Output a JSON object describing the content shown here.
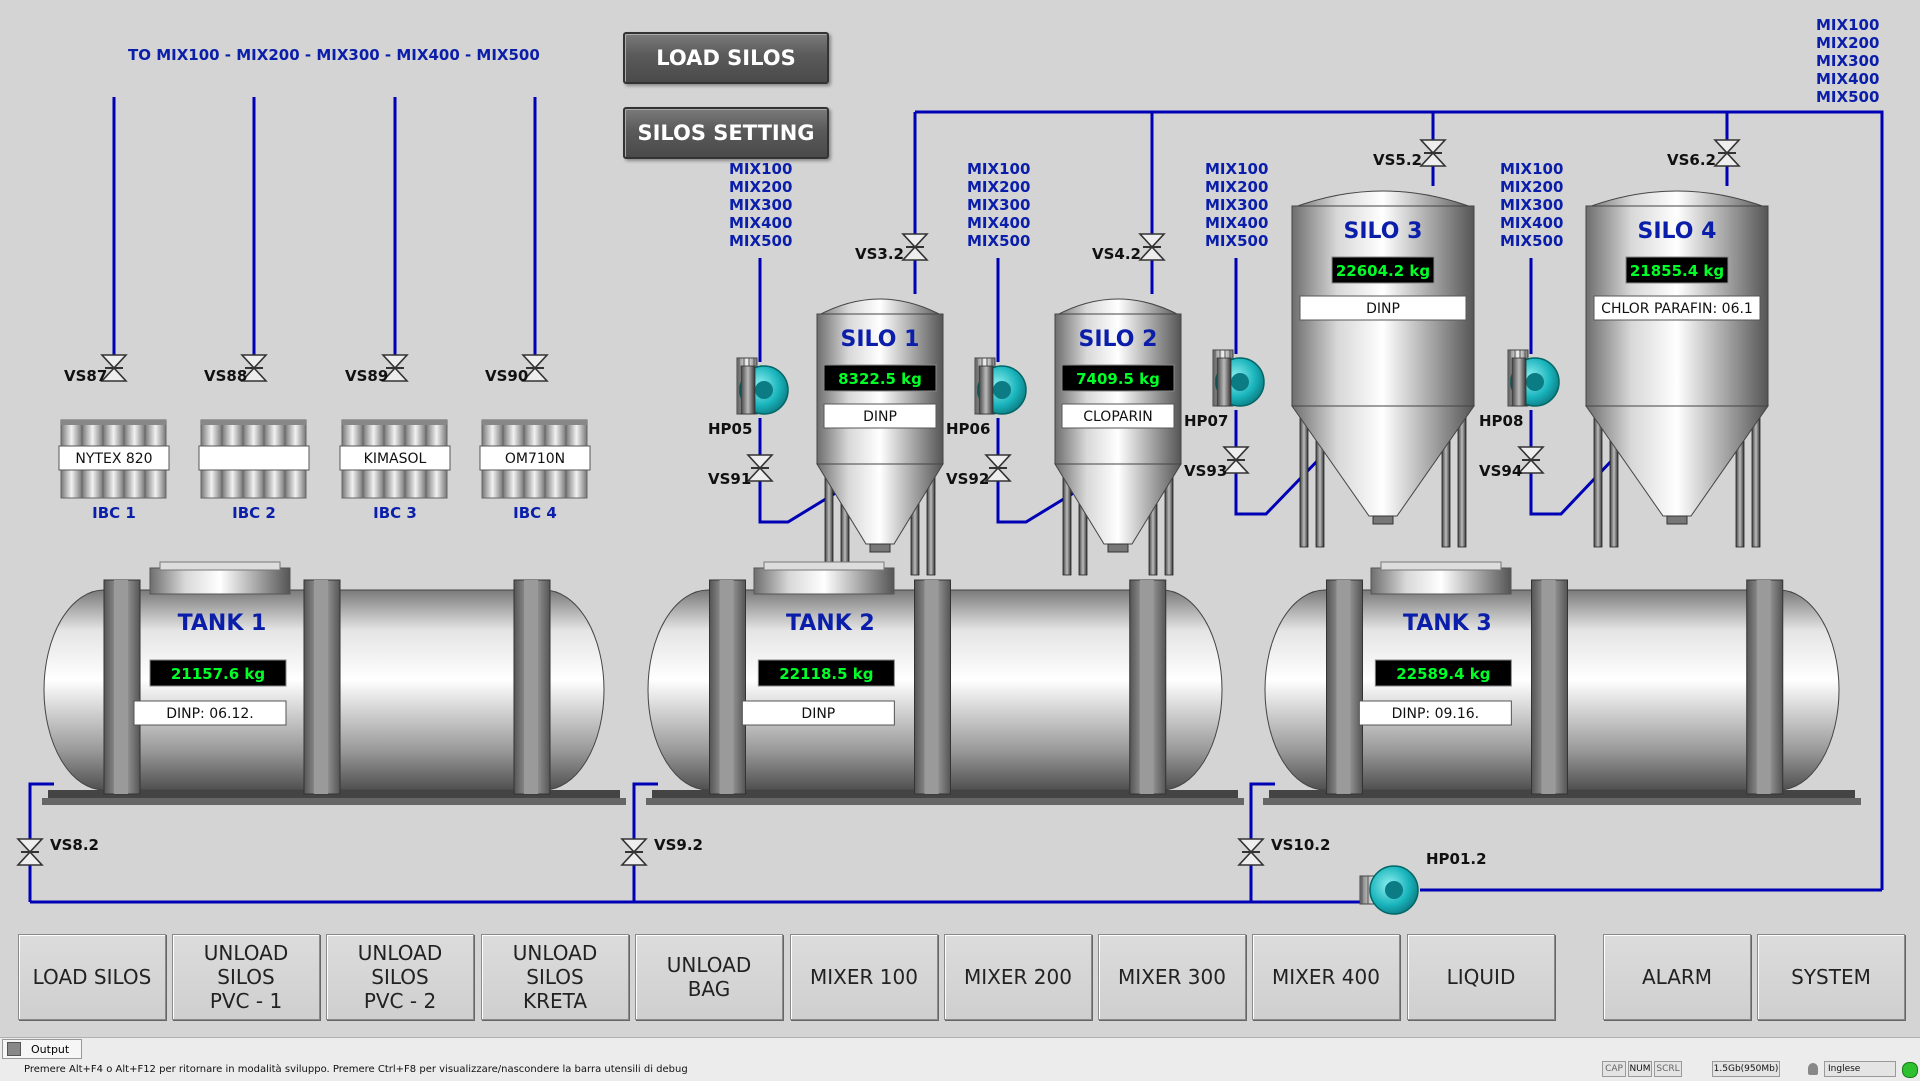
{
  "header": {
    "to_mix_label": "TO MIX100 - MIX200 - MIX300 - MIX400 - MIX500",
    "load_silos_btn": "LOAD SILOS",
    "silos_setting_btn": "SILOS SETTING",
    "right_mix_list": [
      "MIX100",
      "MIX200",
      "MIX300",
      "MIX400",
      "MIX500"
    ]
  },
  "ibcs": [
    {
      "valve": "VS87",
      "product": "NYTEX 820",
      "name": "IBC 1"
    },
    {
      "valve": "VS88",
      "product": "",
      "name": "IBC 2"
    },
    {
      "valve": "VS89",
      "product": "KIMASOL",
      "name": "IBC 3"
    },
    {
      "valve": "VS90",
      "product": "OM710N",
      "name": "IBC 4"
    }
  ],
  "silos": [
    {
      "name": "SILO 1",
      "weight": "8322.5  kg",
      "product": "DINP",
      "pump": "HP05",
      "bottom_valve": "VS91",
      "top_valve": "VS3.2",
      "mix": [
        "MIX100",
        "MIX200",
        "MIX300",
        "MIX400",
        "MIX500"
      ]
    },
    {
      "name": "SILO 2",
      "weight": "7409.5  kg",
      "product": "CLOPARIN",
      "pump": "HP06",
      "bottom_valve": "VS92",
      "top_valve": "VS4.2",
      "mix": [
        "MIX100",
        "MIX200",
        "MIX300",
        "MIX400",
        "MIX500"
      ]
    },
    {
      "name": "SILO 3",
      "weight": "22604.2  kg",
      "product": "DINP",
      "pump": "HP07",
      "bottom_valve": "VS93",
      "top_valve": "VS5.2",
      "mix": [
        "MIX100",
        "MIX200",
        "MIX300",
        "MIX400",
        "MIX500"
      ]
    },
    {
      "name": "SILO 4",
      "weight": "21855.4  kg",
      "product": "CHLOR PARAFIN: 06.1",
      "pump": "HP08",
      "bottom_valve": "VS94",
      "top_valve": "VS6.2",
      "mix": [
        "MIX100",
        "MIX200",
        "MIX300",
        "MIX400",
        "MIX500"
      ]
    }
  ],
  "tanks": [
    {
      "name": "TANK 1",
      "weight": "21157.6  kg",
      "product": "DINP: 06.12.",
      "valve": "VS8.2"
    },
    {
      "name": "TANK 2",
      "weight": "22118.5  kg",
      "product": "DINP",
      "valve": "VS9.2"
    },
    {
      "name": "TANK 3",
      "weight": "22589.4  kg",
      "product": "DINP: 09.16.",
      "valve": "VS10.2"
    }
  ],
  "main_pump": "HP01.2",
  "nav": [
    {
      "id": "load-silos",
      "label": "LOAD SILOS"
    },
    {
      "id": "unload-silos-pvc-1",
      "label": "UNLOAD SILOS\nPVC - 1"
    },
    {
      "id": "unload-silos-pvc-2",
      "label": "UNLOAD SILOS\nPVC - 2"
    },
    {
      "id": "unload-silos-kreta",
      "label": "UNLOAD SILOS\nKRETA"
    },
    {
      "id": "unload-bag",
      "label": "UNLOAD\nBAG"
    },
    {
      "id": "mixer-100",
      "label": "MIXER 100"
    },
    {
      "id": "mixer-200",
      "label": "MIXER 200"
    },
    {
      "id": "mixer-300",
      "label": "MIXER 300"
    },
    {
      "id": "mixer-400",
      "label": "MIXER 400"
    },
    {
      "id": "liquid",
      "label": "LIQUID"
    },
    {
      "id": "alarm",
      "label": "ALARM"
    },
    {
      "id": "system",
      "label": "SYSTEM"
    }
  ],
  "statusbar": {
    "output_tab": "Output",
    "message": "Premere Alt+F4 o Alt+F12 per ritornare in modalità sviluppo. Premere Ctrl+F8 per visualizzare/nascondere la barra utensili di debug",
    "indicators": [
      "CAP",
      "NUM",
      "SCRL"
    ],
    "memory": "1.5Gb(950Mb)",
    "language": "Inglese"
  },
  "colors": {
    "pipe": "#0000b4",
    "label_blue": "#0a1eaa",
    "display_bg": "#000000",
    "display_text": "#00ff28",
    "pump": "#18b8c0",
    "background": "#d4d4d4"
  }
}
